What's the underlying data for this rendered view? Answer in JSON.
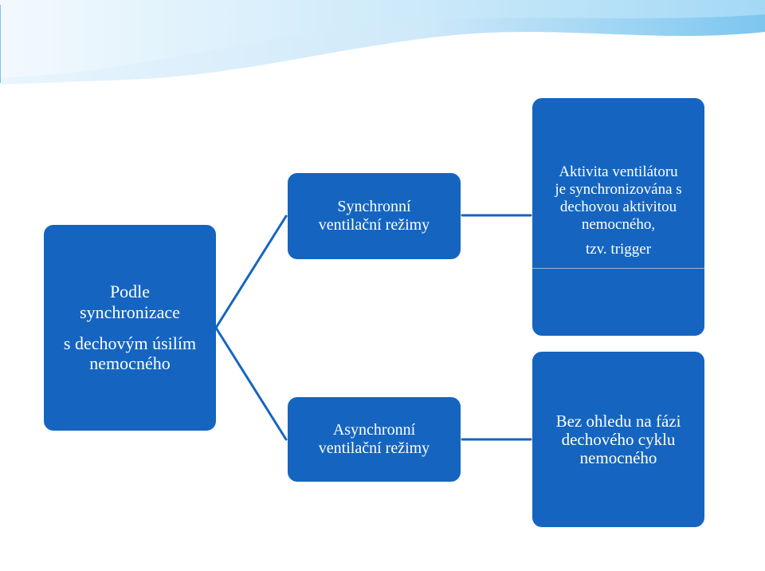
{
  "root": {
    "line1": "Podle",
    "line2": "synchronizace",
    "line3": "s dechovým úsilím",
    "line4": "nemocného"
  },
  "sync": {
    "line1": "Synchronní",
    "line2": "ventilační režimy"
  },
  "async": {
    "line1": "Asynchronní",
    "line2": "ventilační režimy"
  },
  "desc_sync": {
    "line1": "Aktivita ventilátoru",
    "line2": "je synchronizována s",
    "line3": "dechovou aktivitou",
    "line4": "nemocného,",
    "line5": "tzv. trigger"
  },
  "desc_async": {
    "line1": "Bez ohledu na fázi",
    "line2": "dechového cyklu",
    "line3": "nemocného"
  },
  "colors": {
    "box": "#1565c0",
    "connector": "#1565c0",
    "banner_light": "#dceffb",
    "banner_dark": "#4fb3e8"
  }
}
